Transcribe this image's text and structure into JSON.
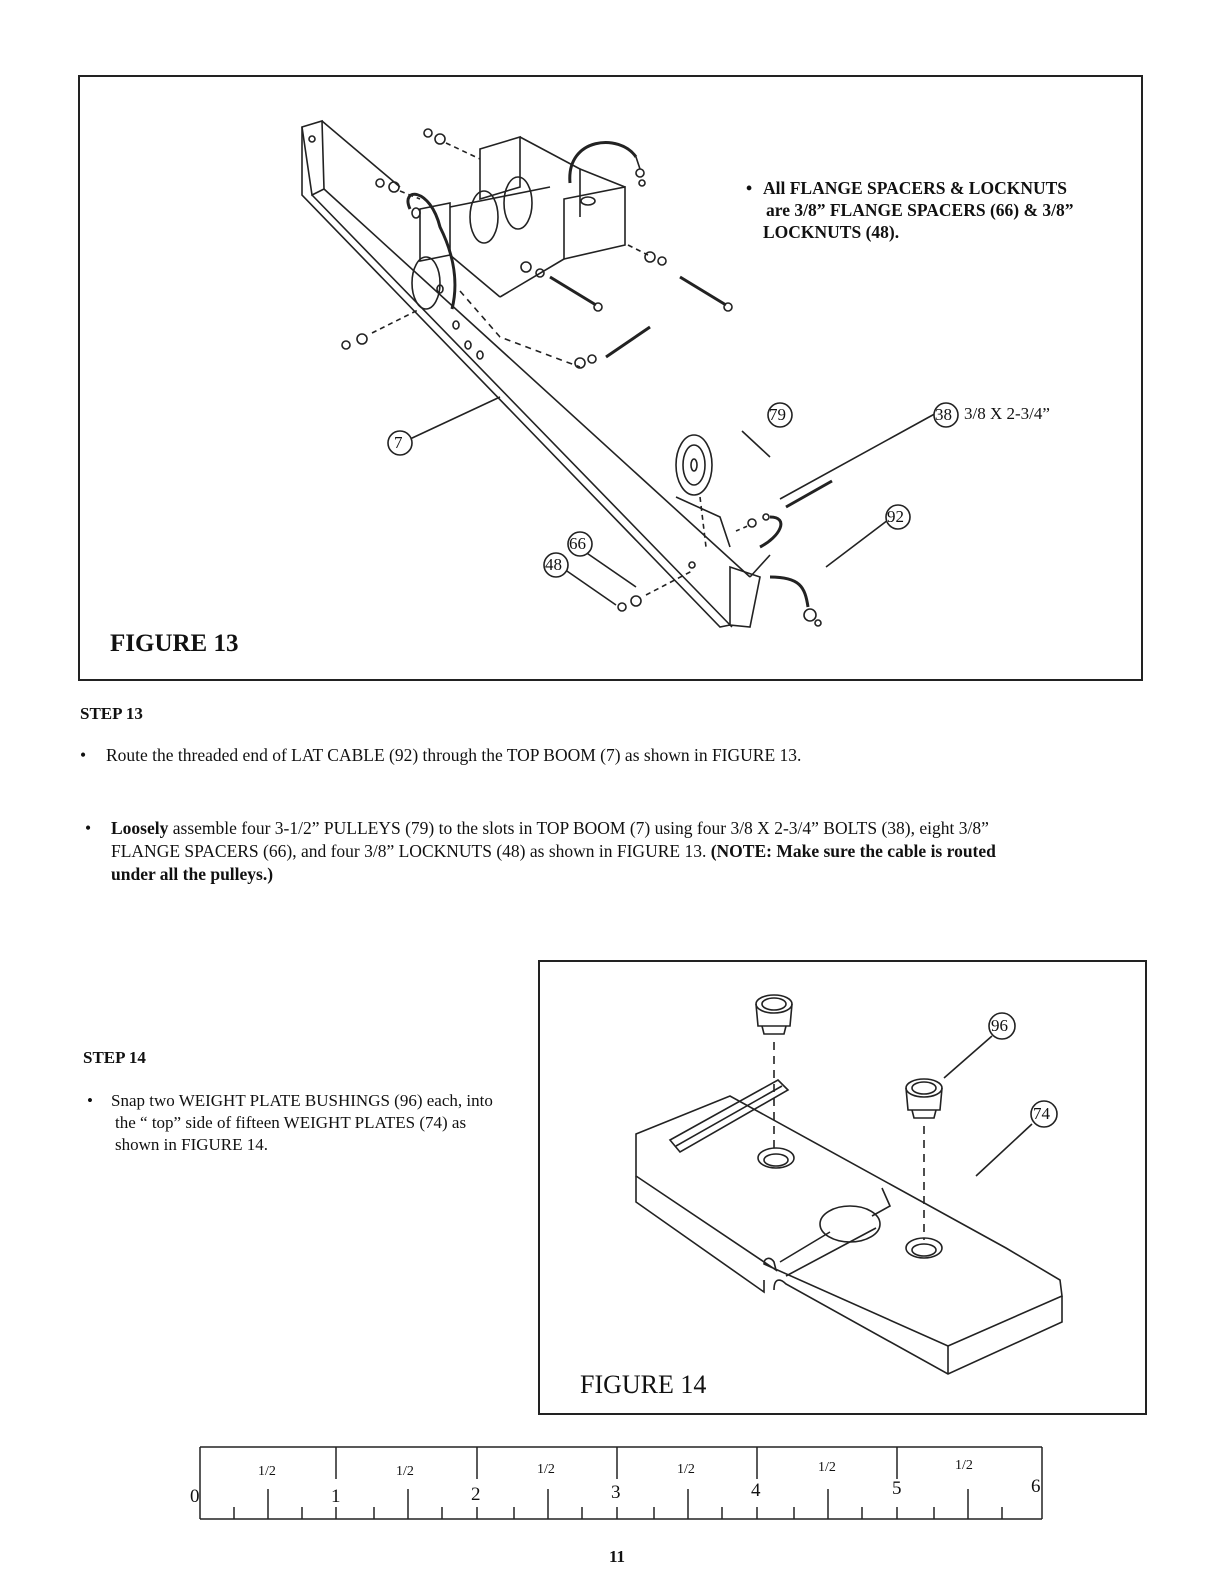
{
  "figure13": {
    "label": "FIGURE 13",
    "note": {
      "bullet": "•",
      "line1": "All FLANGE SPACERS & LOCKNUTS",
      "line2": "are 3/8” FLANGE SPACERS (66) & 3/8”",
      "line3": "LOCKNUTS (48)."
    },
    "callouts": {
      "c7": "7",
      "c79": "79",
      "c38": "38",
      "c92": "92",
      "c66": "66",
      "c48": "48"
    },
    "bolt_label": "3/8 X 2-3/4”"
  },
  "step13": {
    "heading": "STEP 13",
    "bullet1": "Route the threaded end of LAT CABLE (92) through the TOP BOOM (7) as shown in FIGURE 13.",
    "bullet2_bold_start": "Loosely",
    "bullet2_line1": " assemble four 3-1/2” PULLEYS (79) to the slots in TOP BOOM (7) using four 3/8 X 2-3/4” BOLTS (38), eight 3/8”",
    "bullet2_line2": "FLANGE SPACERS (66), and four 3/8” LOCKNUTS (48) as shown in FIGURE 13.",
    "bullet2_note_a": "(NOTE: Make sure the cable is routed",
    "bullet2_note_b": "under all the pulleys.)"
  },
  "step14": {
    "heading": "STEP 14",
    "line1": "Snap two WEIGHT PLATE BUSHINGS (96) each, into",
    "line2": "the “ top” side of fifteen WEIGHT PLATES (74) as",
    "line3": "shown in FIGURE 14."
  },
  "figure14": {
    "label": "FIGURE 14",
    "callouts": {
      "c96": "96",
      "c74": "74"
    }
  },
  "ruler": {
    "numbers": [
      "0",
      "1",
      "2",
      "3",
      "4",
      "5",
      "6"
    ],
    "half_label": "1/2"
  },
  "page_number": "11"
}
